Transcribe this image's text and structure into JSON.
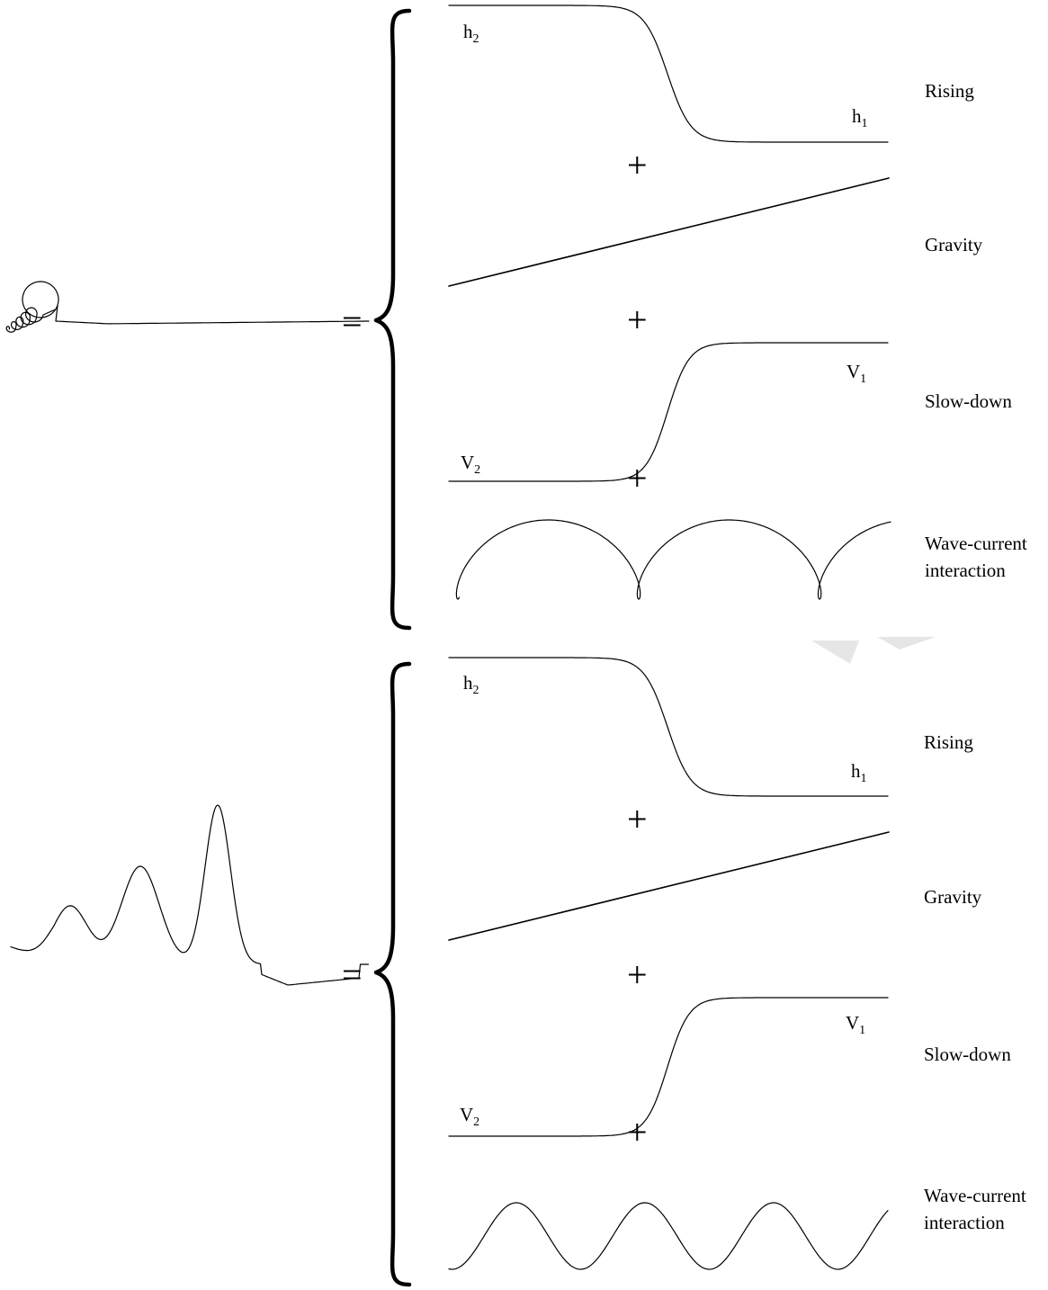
{
  "operators": {
    "equals": "=",
    "plus": "+"
  },
  "panels": [
    {
      "labels": {
        "rising": "Rising",
        "gravity": "Gravity",
        "slowdown": "Slow-down",
        "wave_current_line1": "Wave-current",
        "wave_current_line2": "interaction"
      },
      "symbols": {
        "h2_base": "h",
        "h2_sub": "2",
        "h1_base": "h",
        "h1_sub": "1",
        "v1_base": "V",
        "v1_sub": "1",
        "v2_base": "V",
        "v2_sub": "2"
      }
    },
    {
      "labels": {
        "rising": "Rising",
        "gravity": "Gravity",
        "slowdown": "Slow-down",
        "wave_current_line1": "Wave-current",
        "wave_current_line2": "interaction"
      },
      "symbols": {
        "h2_base": "h",
        "h2_sub": "2",
        "h1_base": "h",
        "h1_sub": "1",
        "v1_base": "V",
        "v1_sub": "1",
        "v2_base": "V",
        "v2_sub": "2"
      }
    }
  ]
}
